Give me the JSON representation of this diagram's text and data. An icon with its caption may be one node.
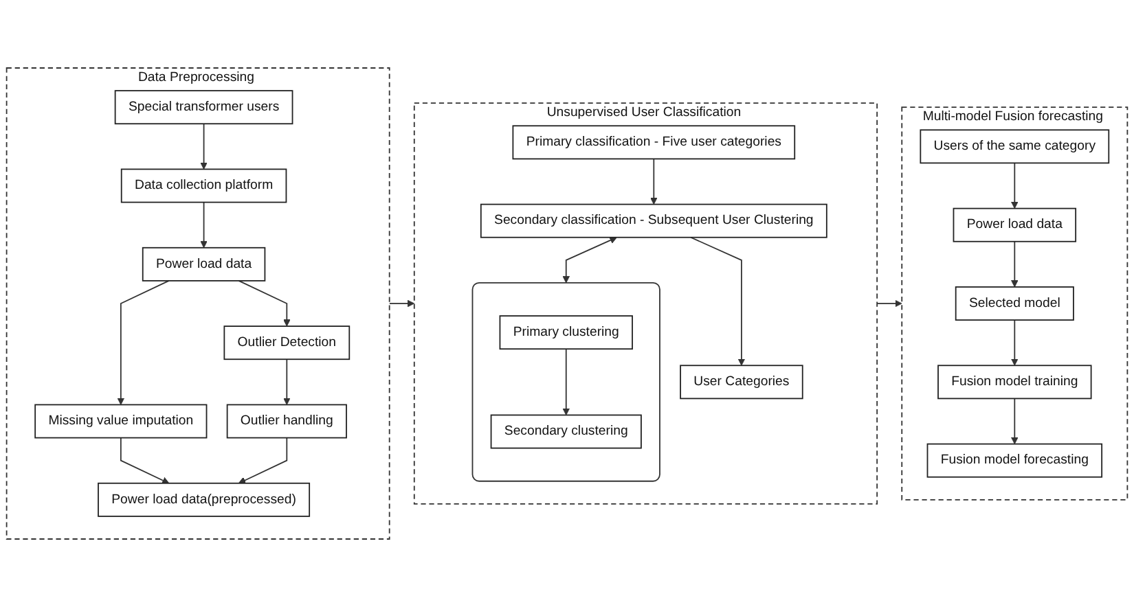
{
  "diagram": {
    "nodes": [
      {
        "text": [
          "Data Preprocessing"
        ]
      },
      {
        "text": [
          "Special transformer users"
        ],
        "in": 0
      },
      {
        "text": [
          "Data collection platform"
        ],
        "in": 0
      },
      {
        "text": [
          "Power load data"
        ],
        "in": 0
      },
      {
        "text": [
          "Missing value imputation"
        ],
        "in": 0
      },
      {
        "text": [
          "Outlier Detection"
        ],
        "in": 0
      },
      {
        "text": [
          "Outlier handling"
        ],
        "in": 0
      },
      {
        "text": [
          "Power load data(preprocessed)"
        ],
        "in": 0
      },
      {
        "text": [
          "Unsupervised User Classification"
        ]
      },
      {
        "text": [
          "Primary classification - Five user categories"
        ],
        "in": 8
      },
      {
        "text": [
          "Secondary classification - Subsequent User Clustering"
        ],
        "in": 8
      },
      {
        "text": [
          "User Categories"
        ],
        "in": 8
      },
      {
        "text": [],
        "shape": "box",
        "in": 8
      },
      {
        "text": [
          "Primary clustering"
        ],
        "in": 12
      },
      {
        "text": [
          "Secondary clustering"
        ],
        "in": 12
      },
      {
        "text": [
          "Multi-model Fusion forecasting"
        ]
      },
      {
        "text": [
          "Users of the same category"
        ],
        "in": 15
      },
      {
        "text": [
          "Power load data"
        ],
        "in": 15
      },
      {
        "text": [
          "Selected model"
        ],
        "in": 15
      },
      {
        "text": [
          "Fusion model training"
        ],
        "in": 15
      },
      {
        "text": [
          "Fusion model forecasting"
        ],
        "in": 15
      }
    ],
    "edges": [
      {
        "from": 1,
        "to": 2,
        "arrow": "to"
      },
      {
        "from": 2,
        "to": 3,
        "arrow": "to"
      },
      {
        "from": 3,
        "to": 4,
        "arrow": "to"
      },
      {
        "from": 3,
        "to": 5,
        "arrow": "to"
      },
      {
        "from": 5,
        "to": 6,
        "arrow": "to"
      },
      {
        "from": 4,
        "to": 7,
        "arrow": "to"
      },
      {
        "from": 6,
        "to": 7,
        "arrow": "to"
      },
      {
        "from": 0,
        "to": 8,
        "arrow": "to"
      },
      {
        "from": 9,
        "to": 10,
        "arrow": "to"
      },
      {
        "from": 10,
        "to": 11,
        "arrow": "to"
      },
      {
        "from": 10,
        "to": 12,
        "arrow": "both"
      },
      {
        "from": 13,
        "to": 14,
        "arrow": "to"
      },
      {
        "from": 8,
        "to": 15,
        "arrow": "to"
      },
      {
        "from": 16,
        "to": 17,
        "arrow": "to"
      },
      {
        "from": 17,
        "to": 18,
        "arrow": "to"
      },
      {
        "from": 18,
        "to": 19,
        "arrow": "to"
      },
      {
        "from": 19,
        "to": 20,
        "arrow": "to"
      }
    ]
  }
}
